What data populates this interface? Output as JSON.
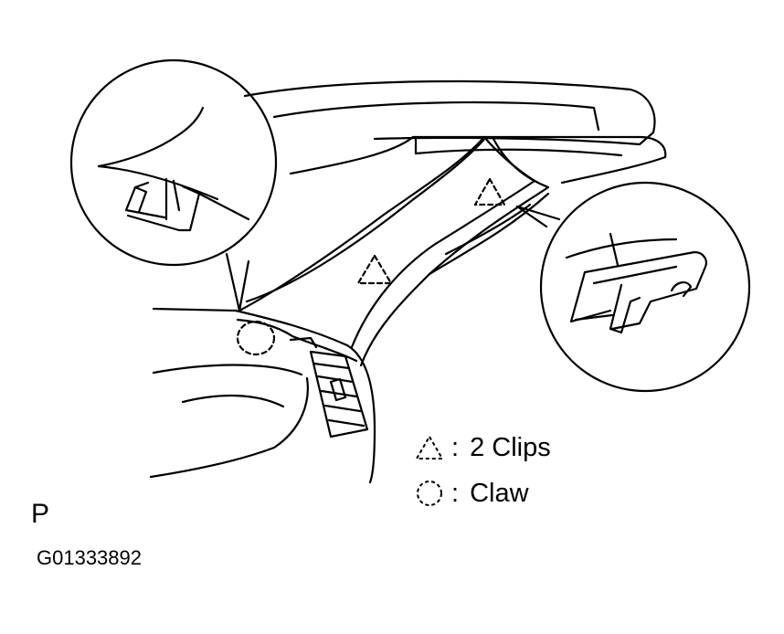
{
  "legend": {
    "clips_symbol": ":",
    "clips_text": "2 Clips",
    "claw_symbol": ":",
    "claw_text": "Claw"
  },
  "view_marker": "P",
  "figure_code": "G01333892",
  "colors": {
    "ink": "#000000",
    "paper": "#ffffff"
  },
  "icons": [
    "dashed-triangle-icon",
    "dashed-circle-icon"
  ]
}
